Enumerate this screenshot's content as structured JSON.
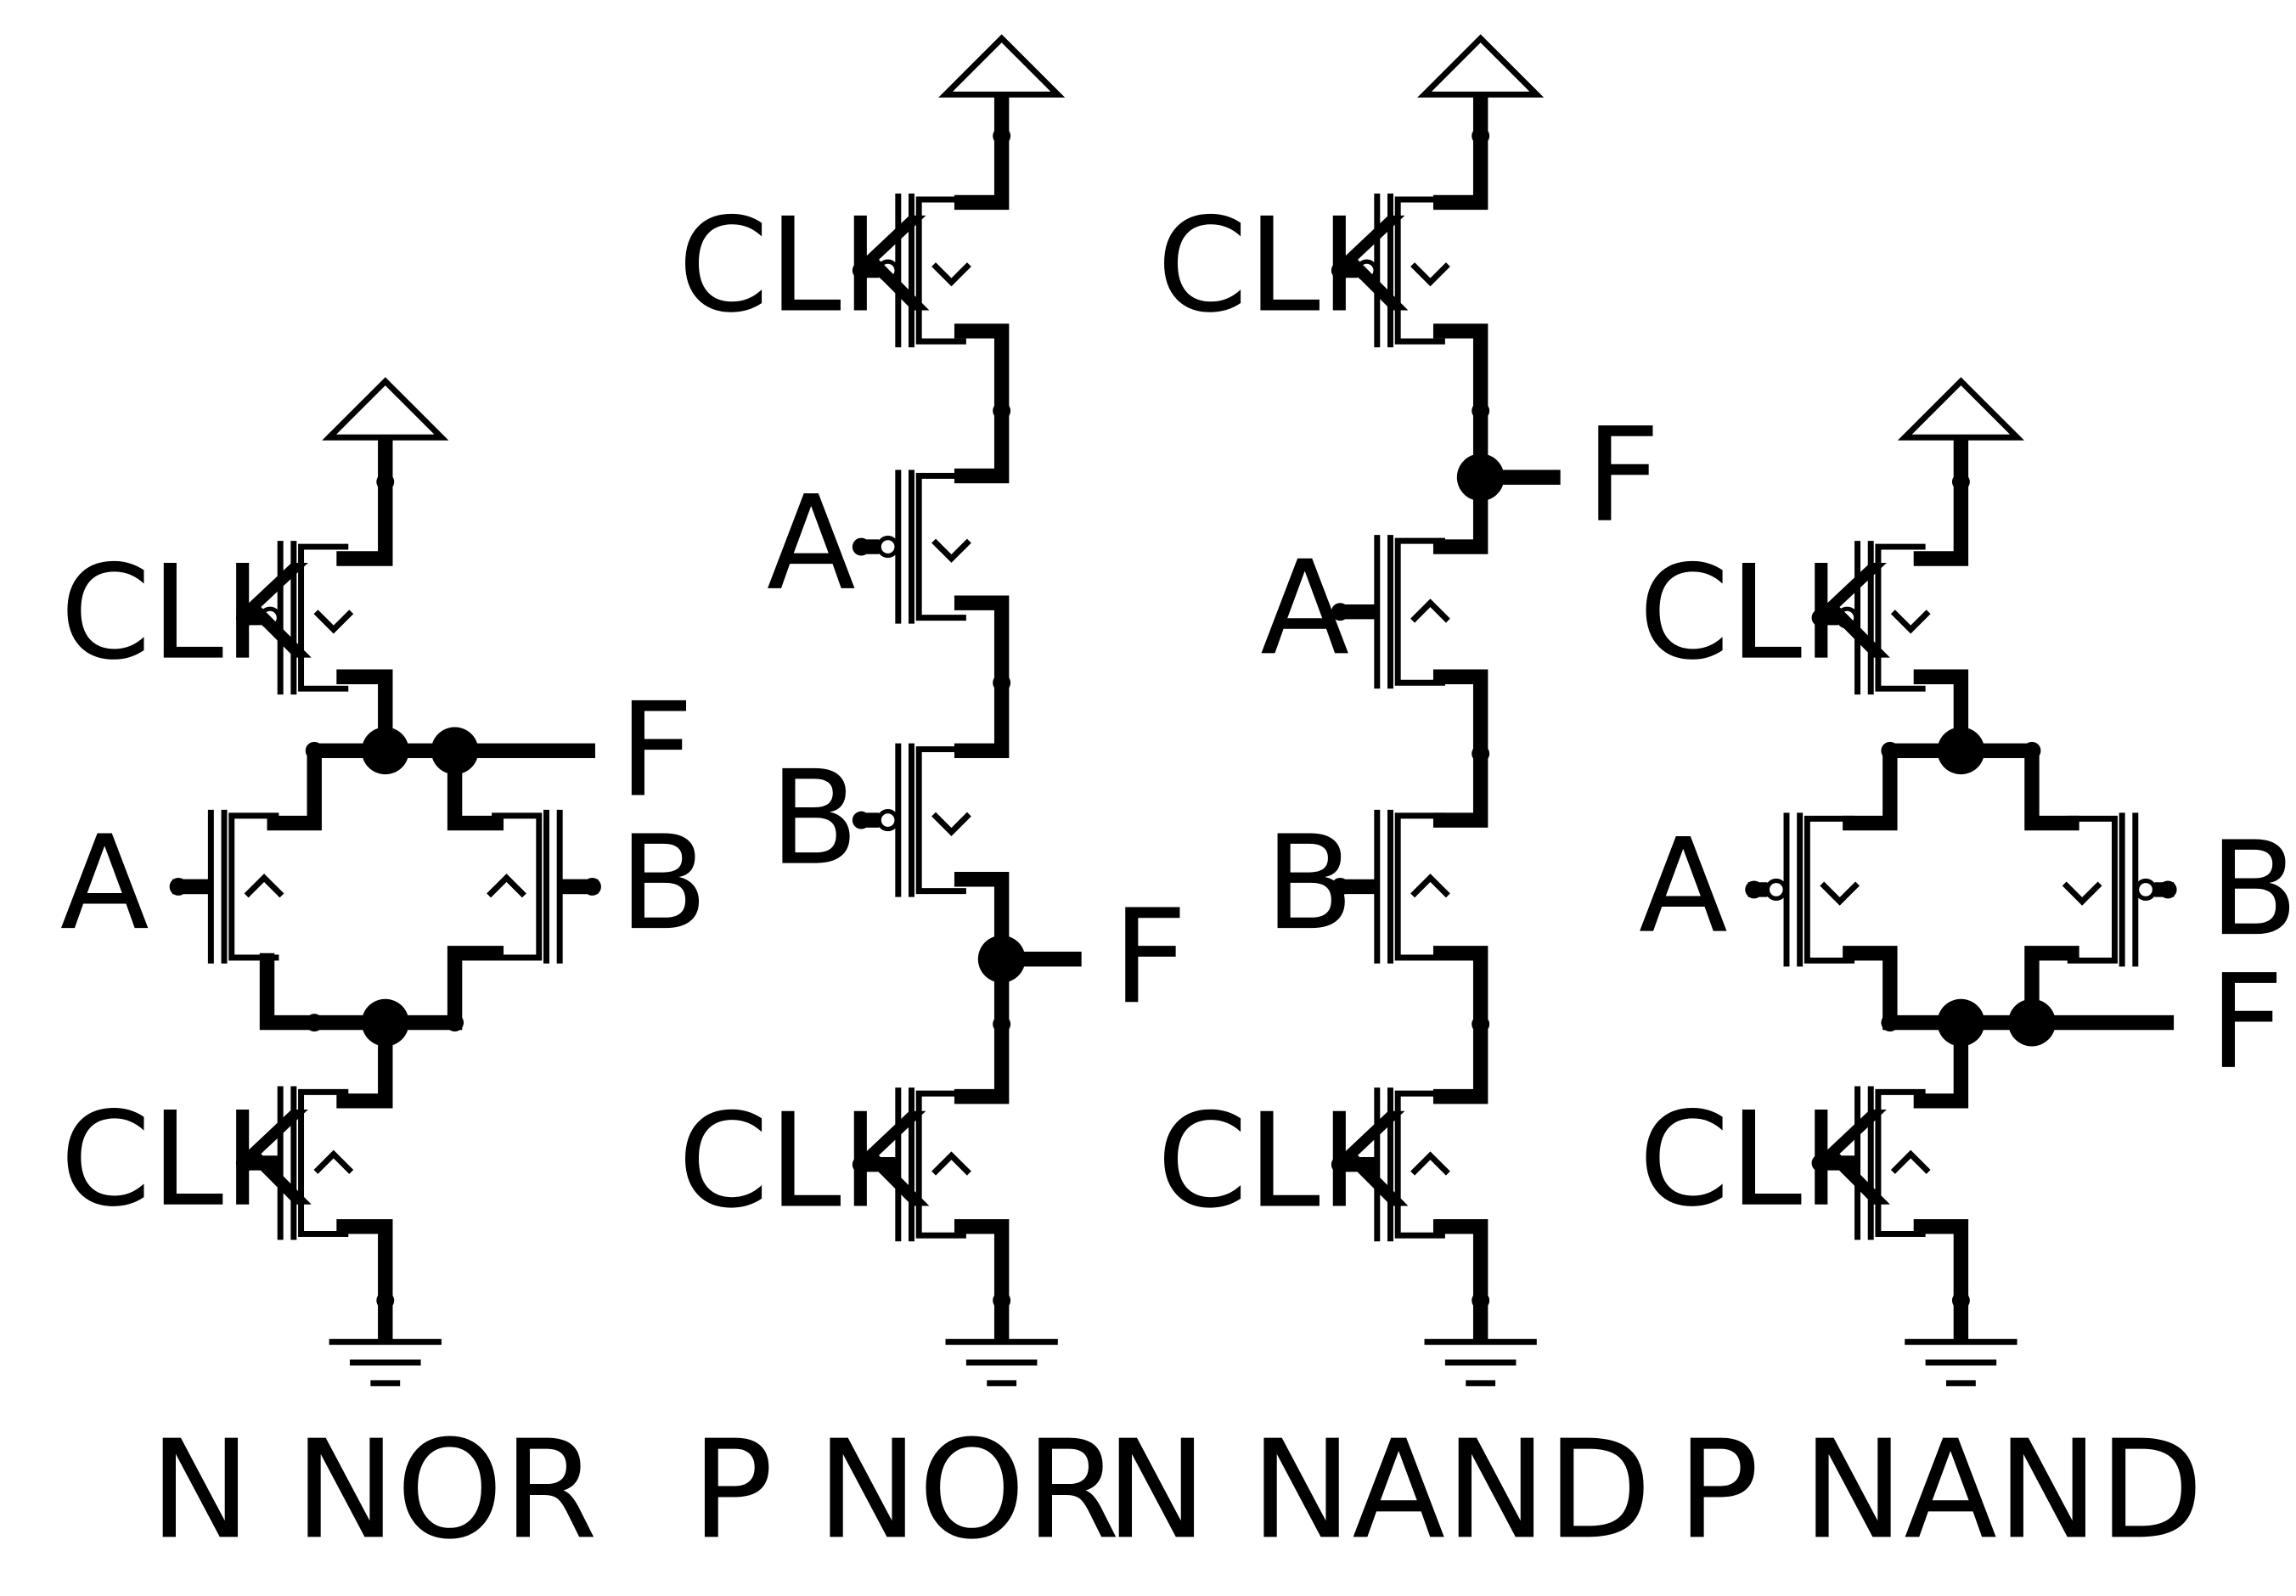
{
  "circuits": [
    {
      "caption": "N NOR",
      "labels": {
        "clk_top": "CLK",
        "a": "A",
        "b": "B",
        "f": "F",
        "clk_bottom": "CLK"
      }
    },
    {
      "caption": "P NOR",
      "labels": {
        "clk_top": "CLK",
        "a": "A",
        "b": "B",
        "f": "F",
        "clk_bottom": "CLK"
      }
    },
    {
      "caption": "N NAND",
      "labels": {
        "clk_top": "CLK",
        "f": "F",
        "a": "A",
        "b": "B",
        "clk_bottom": "CLK"
      }
    },
    {
      "caption": "P NAND",
      "labels": {
        "clk_top": "CLK",
        "a": "A",
        "b": "B",
        "f": "F",
        "clk_bottom": "CLK"
      }
    }
  ]
}
